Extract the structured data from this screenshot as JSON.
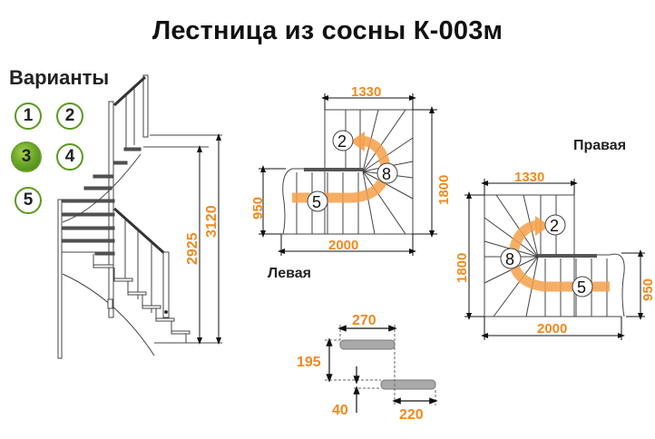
{
  "title": "Лестница из сосны К-003м",
  "variants": {
    "label": "Варианты",
    "items": [
      {
        "label": "1",
        "active": false
      },
      {
        "label": "2",
        "active": false
      },
      {
        "label": "3",
        "active": true
      },
      {
        "label": "4",
        "active": false
      },
      {
        "label": "5",
        "active": false
      }
    ]
  },
  "colors": {
    "accent": "#f08a1c",
    "variant_border": "#5a9a1e",
    "variant_active": "#6fa92a",
    "line": "#333333"
  },
  "elevation": {
    "height_floor": "2925",
    "height_total": "3120"
  },
  "plan_left": {
    "label": "Левая",
    "width_top": "1330",
    "depth": "1800",
    "width_bottom": "2000",
    "march_width": "950",
    "steps_straight": "5",
    "steps_winder": "8",
    "steps_top": "2"
  },
  "plan_right": {
    "label": "Правая",
    "width_top": "1330",
    "depth": "1800",
    "width_bottom": "2000",
    "march_width": "950",
    "steps_straight": "5",
    "steps_winder": "8",
    "steps_top": "2"
  },
  "tread_detail": {
    "tread_depth": "270",
    "rise": "195",
    "tread_thickness": "40",
    "going": "220"
  }
}
